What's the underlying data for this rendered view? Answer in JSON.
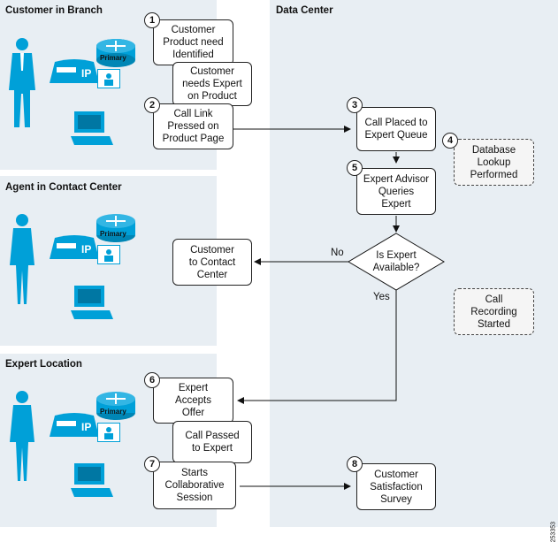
{
  "sections": {
    "branch": "Customer in Branch",
    "agent": "Agent in Contact Center",
    "expert": "Expert Location",
    "datacenter": "Data Center"
  },
  "device_labels": {
    "primary": "Primary",
    "ip": "IP"
  },
  "steps": {
    "s1": {
      "num": "1",
      "text": "Customer\nProduct need\nIdentified"
    },
    "expert_needed": {
      "text": "Customer\nneeds Expert\non Product"
    },
    "s2": {
      "num": "2",
      "text": "Call Link\nPressed on\nProduct Page"
    },
    "s3": {
      "num": "3",
      "text": "Call Placed to\nExpert Queue"
    },
    "s4": {
      "num": "4",
      "text": "Database\nLookup\nPerformed"
    },
    "s5": {
      "num": "5",
      "text": "Expert Advisor\nQueries\nExpert"
    },
    "decision": {
      "text": "Is Expert\nAvailable?"
    },
    "to_contact": {
      "text": "Customer\nto Contact\nCenter"
    },
    "recording": {
      "text": "Call\nRecording\nStarted"
    },
    "s6": {
      "num": "6",
      "text": "Expert\nAccepts\nOffer"
    },
    "passed": {
      "text": "Call Passed\nto Expert"
    },
    "s7": {
      "num": "7",
      "text": "Starts\nCollaborative\nSession"
    },
    "s8": {
      "num": "8",
      "text": "Customer\nSatisfaction\nSurvey"
    }
  },
  "branch_labels": {
    "no": "No",
    "yes": "Yes"
  },
  "figure_id": "253353",
  "colors": {
    "accent": "#00a0d8",
    "panel": "#e8eef3"
  }
}
